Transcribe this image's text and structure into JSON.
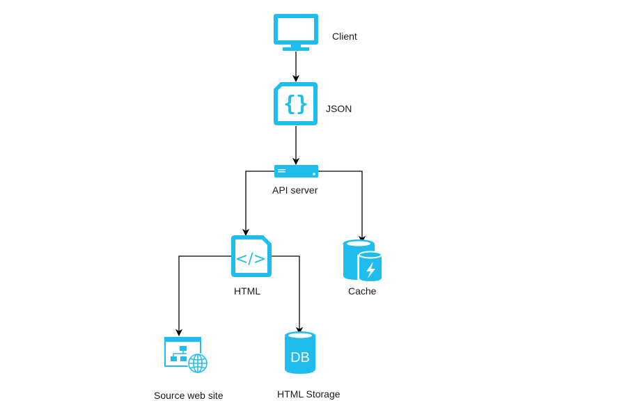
{
  "diagram": {
    "accent_color": "#1ebdee",
    "nodes": {
      "client": {
        "label": "Client",
        "icon": "monitor-icon"
      },
      "json": {
        "label": "JSON",
        "icon": "json-document-icon"
      },
      "api_server": {
        "label": "API server",
        "icon": "server-icon"
      },
      "html": {
        "label": "HTML",
        "icon": "html-document-icon"
      },
      "cache": {
        "label": "Cache",
        "icon": "cache-icon"
      },
      "source_site": {
        "label": "Source web site",
        "icon": "website-icon"
      },
      "html_storage": {
        "label": "HTML Storage",
        "icon": "database-icon",
        "icon_text": "DB"
      }
    },
    "edges": [
      {
        "from": "Client",
        "to": "JSON"
      },
      {
        "from": "JSON",
        "to": "API server"
      },
      {
        "from": "API server",
        "to": "HTML"
      },
      {
        "from": "API server",
        "to": "Cache"
      },
      {
        "from": "HTML",
        "to": "Source web site"
      },
      {
        "from": "HTML",
        "to": "HTML Storage"
      }
    ]
  }
}
